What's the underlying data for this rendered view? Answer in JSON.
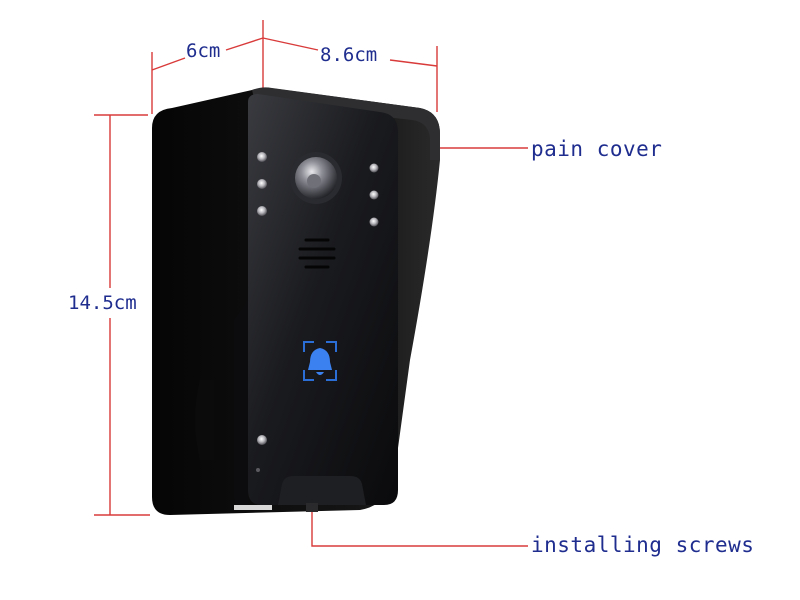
{
  "dimensions": {
    "width": "6cm",
    "depth": "8.6cm",
    "height": "14.5cm"
  },
  "callouts": {
    "cover": "pain cover",
    "screws": "installing screws"
  },
  "colors": {
    "dimension_line": "#d93a3a",
    "label_text": "#1f2d8f",
    "device_body": "#101010",
    "bell_icon": "#2b6fd6"
  }
}
